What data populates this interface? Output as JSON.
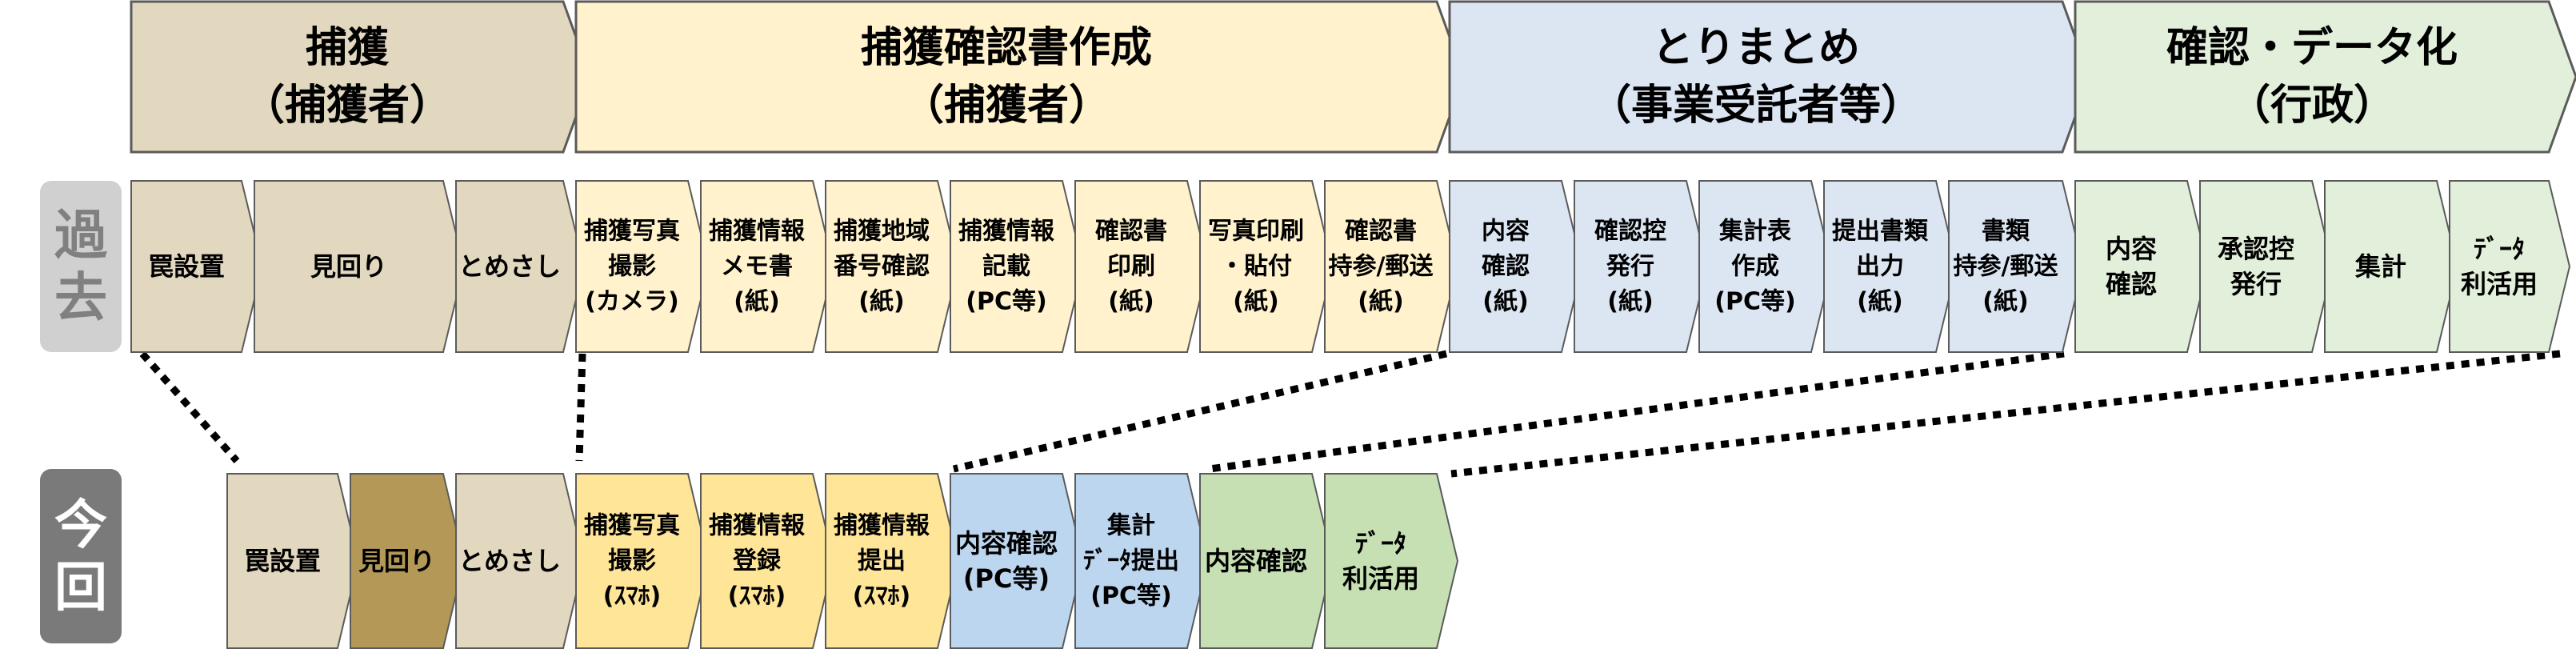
{
  "colors": {
    "tan": "#e2d7bf",
    "tan_dark": "#b39858",
    "yellow": "#fff2cc",
    "yellow_mid": "#ffe598",
    "blue": "#dce6f3",
    "blue_mid": "#bdd6ef",
    "green": "#e2efda",
    "green_mid": "#c6e0b4",
    "row_label_past": "#d0d0d0",
    "row_label_now": "#7a7a7a",
    "stroke": "#5b5b5b"
  },
  "row_labels": {
    "past": [
      "過",
      "去"
    ],
    "now": [
      "今",
      "回"
    ]
  },
  "phases": [
    {
      "lines": [
        "捕獲",
        "（捕獲者）"
      ],
      "color": "tan"
    },
    {
      "lines": [
        "捕獲確認書作成",
        "（捕獲者）"
      ],
      "color": "yellow"
    },
    {
      "lines": [
        "とりまとめ",
        "（事業受託者等）"
      ],
      "color": "blue"
    },
    {
      "lines": [
        "確認・データ化",
        "（行政）"
      ],
      "color": "green"
    }
  ],
  "past_steps": [
    {
      "lines": [
        "罠設置"
      ],
      "color": "tan"
    },
    {
      "lines": [
        "見回り"
      ],
      "color": "tan"
    },
    {
      "lines": [
        "とめさし"
      ],
      "color": "tan"
    },
    {
      "lines": [
        "捕獲写真",
        "撮影",
        "(カメラ)"
      ],
      "color": "yellow"
    },
    {
      "lines": [
        "捕獲情報",
        "メモ書",
        "(紙)"
      ],
      "color": "yellow"
    },
    {
      "lines": [
        "捕獲地域",
        "番号確認",
        "(紙)"
      ],
      "color": "yellow"
    },
    {
      "lines": [
        "捕獲情報",
        "記載",
        "(PC等)"
      ],
      "color": "yellow"
    },
    {
      "lines": [
        "確認書",
        "印刷",
        "(紙)"
      ],
      "color": "yellow"
    },
    {
      "lines": [
        "写真印刷",
        "・貼付",
        "(紙)"
      ],
      "color": "yellow"
    },
    {
      "lines": [
        "確認書",
        "持参/郵送",
        "(紙)"
      ],
      "color": "yellow"
    },
    {
      "lines": [
        "内容",
        "確認",
        "(紙)"
      ],
      "color": "blue"
    },
    {
      "lines": [
        "確認控",
        "発行",
        "(紙)"
      ],
      "color": "blue"
    },
    {
      "lines": [
        "集計表",
        "作成",
        "(PC等)"
      ],
      "color": "blue"
    },
    {
      "lines": [
        "提出書類",
        "出力",
        "(紙)"
      ],
      "color": "blue"
    },
    {
      "lines": [
        "書類",
        "持参/郵送",
        "(紙)"
      ],
      "color": "blue"
    },
    {
      "lines": [
        "内容",
        "確認"
      ],
      "color": "green"
    },
    {
      "lines": [
        "承認控",
        "発行"
      ],
      "color": "green"
    },
    {
      "lines": [
        "集計"
      ],
      "color": "green"
    },
    {
      "lines": [
        "ﾃﾞｰﾀ",
        "利活用"
      ],
      "color": "green"
    }
  ],
  "now_steps": [
    {
      "lines": [
        "罠設置"
      ],
      "color": "tan"
    },
    {
      "lines": [
        "見回り"
      ],
      "color": "tan_dark"
    },
    {
      "lines": [
        "とめさし"
      ],
      "color": "tan"
    },
    {
      "lines": [
        "捕獲写真",
        "撮影",
        "(ｽﾏﾎ)"
      ],
      "color": "yellow_mid"
    },
    {
      "lines": [
        "捕獲情報",
        "登録",
        "(ｽﾏﾎ)"
      ],
      "color": "yellow_mid"
    },
    {
      "lines": [
        "捕獲情報",
        "提出",
        "(ｽﾏﾎ)"
      ],
      "color": "yellow_mid"
    },
    {
      "lines": [
        "内容確認",
        "(PC等)"
      ],
      "color": "blue_mid"
    },
    {
      "lines": [
        "集計",
        "ﾃﾞｰﾀ提出",
        "(PC等)"
      ],
      "color": "blue_mid"
    },
    {
      "lines": [
        "内容確認"
      ],
      "color": "green_mid"
    },
    {
      "lines": [
        "ﾃﾞｰﾀ",
        "利活用"
      ],
      "color": "green_mid"
    }
  ]
}
